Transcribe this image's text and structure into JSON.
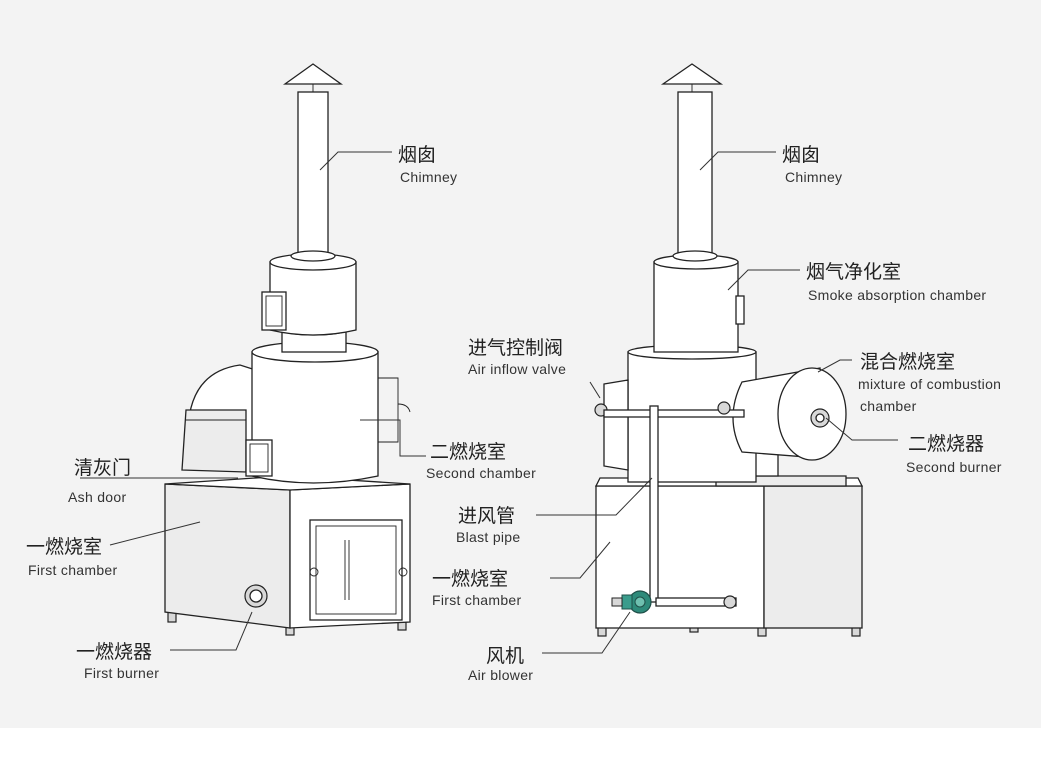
{
  "left_labels": {
    "chimney_zh": "烟囱",
    "chimney_en": "Chimney",
    "second_chamber_zh": "二燃烧室",
    "second_chamber_en": "Second chamber",
    "ash_door_zh": "清灰门",
    "ash_door_en": "Ash door",
    "first_chamber_zh": "一燃烧室",
    "first_chamber_en": "First chamber",
    "first_burner_zh": "一燃烧器",
    "first_burner_en": "First burner"
  },
  "right_labels": {
    "chimney_zh": "烟囱",
    "chimney_en": "Chimney",
    "smoke_zh": "烟气净化室",
    "smoke_en": "Smoke absorption chamber",
    "air_valve_zh": "进气控制阀",
    "air_valve_en": "Air inflow valve",
    "mixture_zh": "混合燃烧室",
    "mixture_en_1": "mixture of combustion",
    "mixture_en_2": "chamber",
    "second_burner_zh": "二燃烧器",
    "second_burner_en": "Second burner",
    "blast_pipe_zh": "进风管",
    "blast_pipe_en": "Blast pipe",
    "first_chamber_zh": "一燃烧室",
    "first_chamber_en": "First chamber",
    "air_blower_zh": "风机",
    "air_blower_en": "Air blower"
  },
  "colors": {
    "background": "#f3f3f3",
    "metal": "#ffffff",
    "outline": "#222222",
    "blower": "#2e8a7a"
  }
}
